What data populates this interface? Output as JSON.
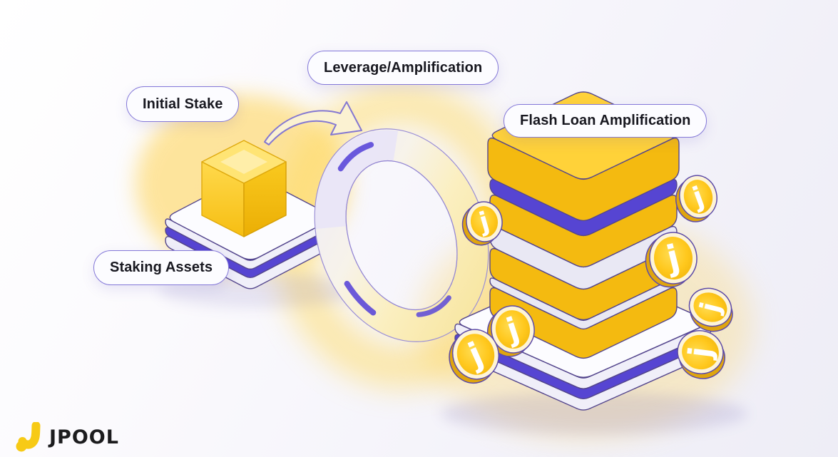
{
  "diagram": {
    "badge_initial_stake": "Initial Stake",
    "badge_leverage": "Leverage/Amplification",
    "badge_flash_loan": "Flash Loan Amplification",
    "badge_staking_assets": "Staking Assets",
    "coin_symbol": "j"
  },
  "branding": {
    "logo_text": "JPOOL"
  },
  "colors": {
    "accent_yellow": "#F9C81F",
    "accent_purple": "#5847D6",
    "outline_purple": "#54468D",
    "badge_border": "#8377D8",
    "badge_bg": "#FCFCFF",
    "badge_text": "#17171F",
    "background_tint": "#F1F0F8",
    "logo_yellow": "#F7CA15",
    "logo_text_color": "#1C1C1E"
  }
}
